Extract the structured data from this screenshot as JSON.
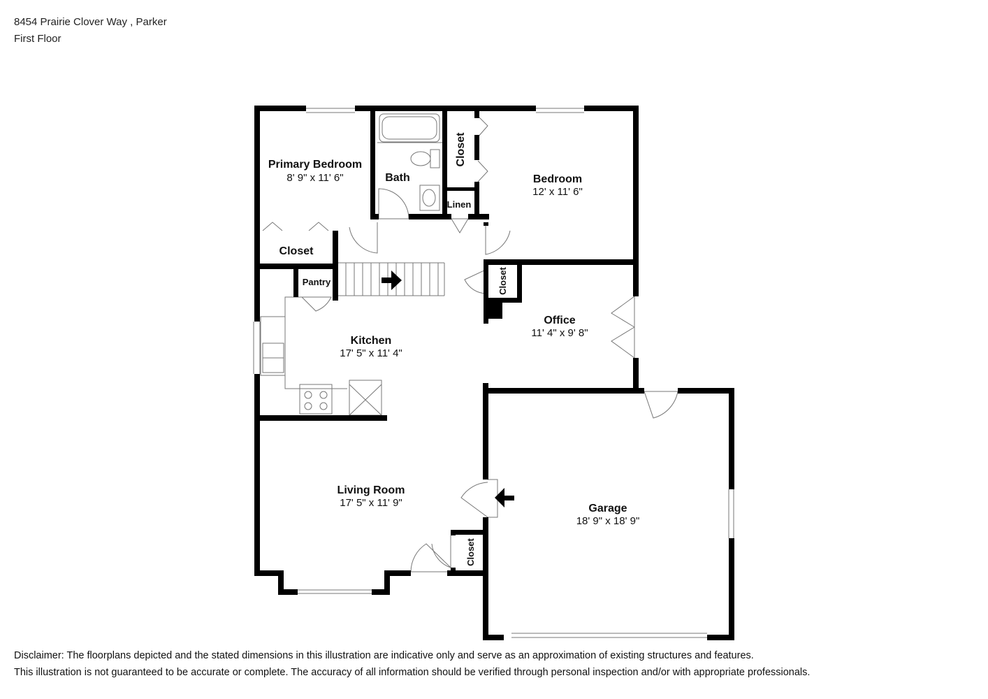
{
  "header": {
    "address": "8454 Prairie Clover Way , Parker",
    "floor": "First Floor"
  },
  "rooms": {
    "primary_bedroom": {
      "name": "Primary Bedroom",
      "dims": "8' 9\" x 11' 6\""
    },
    "bath": {
      "name": "Bath"
    },
    "closet_top": {
      "name": "Closet"
    },
    "bedroom": {
      "name": "Bedroom",
      "dims": "12' x 11' 6\""
    },
    "linen": {
      "name": "Linen"
    },
    "closet_primary": {
      "name": "Closet"
    },
    "pantry": {
      "name": "Pantry"
    },
    "closet_office": {
      "name": "Closet"
    },
    "kitchen": {
      "name": "Kitchen",
      "dims": "17' 5\" x 11' 4\""
    },
    "office": {
      "name": "Office",
      "dims": "11' 4\" x 9' 8\""
    },
    "living_room": {
      "name": "Living Room",
      "dims": "17' 5\" x 11' 9\""
    },
    "garage": {
      "name": "Garage",
      "dims": "18' 9\" x 18' 9\""
    },
    "closet_living": {
      "name": "Closet"
    }
  },
  "disclaimer": {
    "line1": "Disclaimer: The floorplans depicted and the stated dimensions in this illustration are indicative only and serve as an approximation of existing structures and features.",
    "line2": "This illustration is not guaranteed to be accurate or complete. The accuracy of all information should be verified through personal inspection and/or with appropriate professionals."
  },
  "colors": {
    "wall": "#000000",
    "background": "#ffffff",
    "fixture": "#888888"
  }
}
